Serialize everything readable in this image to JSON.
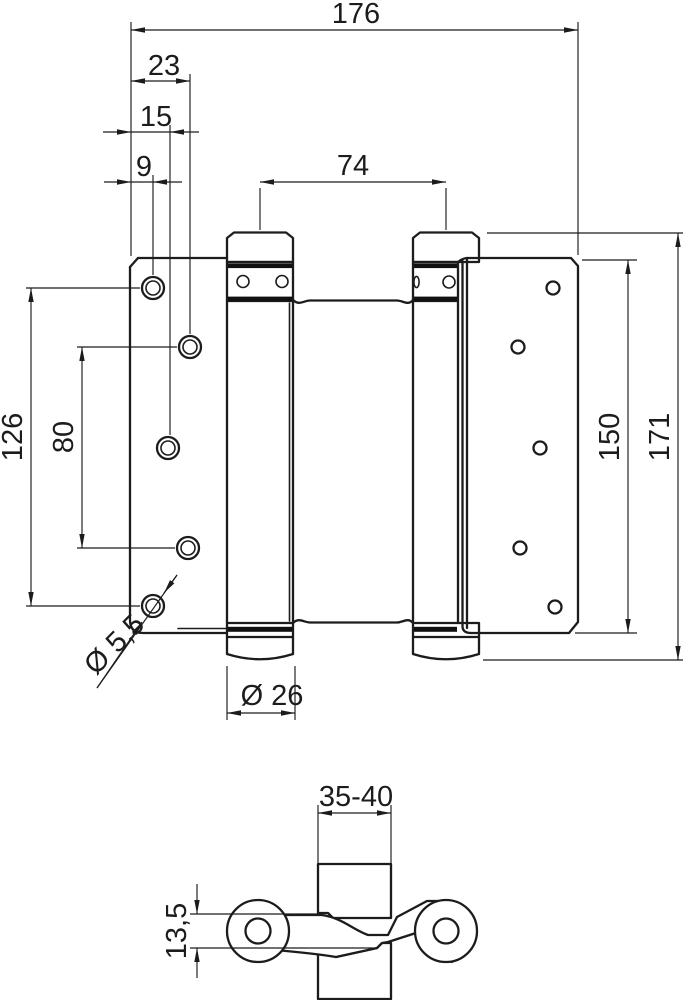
{
  "drawing": {
    "kind": "technical-drawing",
    "colors": {
      "line": "#1c1c1c",
      "background": "#ffffff",
      "section_fill": "#111111"
    },
    "front_view": {
      "dims": {
        "overall_width": "176",
        "hole_offset_outer": "23",
        "hole_offset_mid": "15",
        "hole_offset_inner": "9",
        "pin_spacing": "74",
        "hole_span_outer": "126",
        "hole_span_inner": "80",
        "leaf_height": "150",
        "overall_height": "171",
        "screw_hole_diameter": "Ø 5,5",
        "barrel_diameter": "Ø 26"
      }
    },
    "section_view": {
      "dims": {
        "door_thickness_range": "35-40",
        "strap_thickness": "13,5"
      }
    }
  }
}
